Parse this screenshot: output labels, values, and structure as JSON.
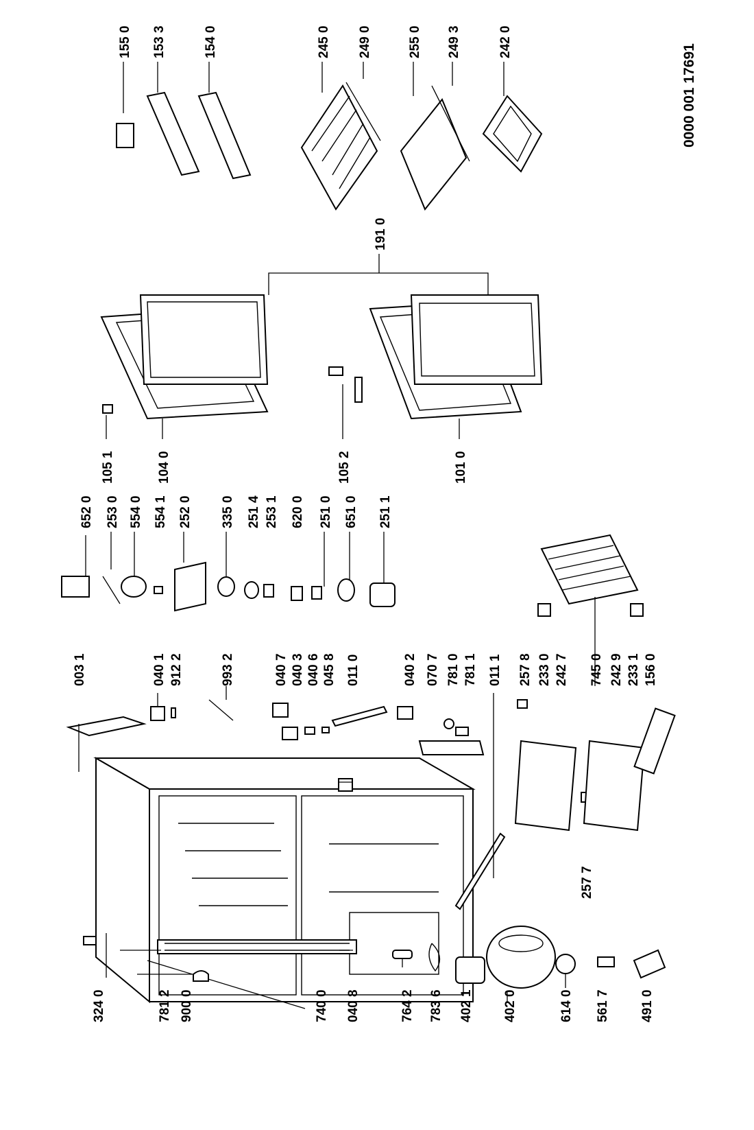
{
  "drawing_code": "0000 001 17691",
  "labels": {
    "l3240": "324 0",
    "l7812": "781 2",
    "l9000": "900 0",
    "l7400": "740 0",
    "l0408": "040 8",
    "l7642": "764 2",
    "l7836": "783 6",
    "l4021": "402 1",
    "l4020": "402 0",
    "l6140": "614 0",
    "l5617": "561 7",
    "l4910": "491 0",
    "l0031": "003 1",
    "l0401": "040 1",
    "l9122": "912 2",
    "l9932": "993 2",
    "l0407": "040 7",
    "l0403": "040 3",
    "l0406": "040 6",
    "l0458": "045 8",
    "l0110": "011 0",
    "l0402": "040 2",
    "l0707": "070 7",
    "l7810": "781 0",
    "l7811": "781 1",
    "l0111": "011 1",
    "l2578": "257 8",
    "l2330": "233 0",
    "l2427": "242 7",
    "l7450": "745 0",
    "l2429": "242 9",
    "l2331": "233 1",
    "l1560": "156 0",
    "l2577": "257 7",
    "l6520": "652 0",
    "l2530": "253 0",
    "l5540": "554 0",
    "l5541": "554 1",
    "l2520": "252 0",
    "l3350": "335 0",
    "l2514": "251 4",
    "l2531": "253 1",
    "l6200": "620 0",
    "l2510": "251 0",
    "l6510": "651 0",
    "l2511": "251 1",
    "l1051": "105 1",
    "l1040": "104 0",
    "l1052": "105 2",
    "l1010": "101 0",
    "l1910": "191 0",
    "l1550": "155 0",
    "l1533": "153 3",
    "l1540": "154 0",
    "l2450": "245 0",
    "l2490": "249 0",
    "l2550": "255 0",
    "l2493": "249 3",
    "l2420": "242 0"
  }
}
